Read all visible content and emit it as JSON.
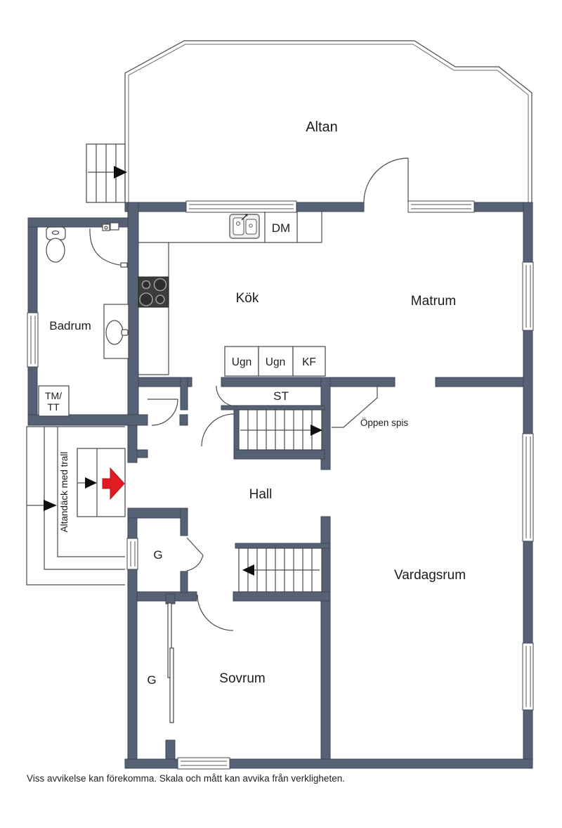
{
  "floorplan": {
    "rooms": {
      "altan": "Altan",
      "kok": "Kök",
      "matrum": "Matrum",
      "badrum": "Badrum",
      "hall": "Hall",
      "vardagsrum": "Vardagsrum",
      "sovrum": "Sovrum"
    },
    "fixtures": {
      "dm": "DM",
      "ugn1": "Ugn",
      "ugn2": "Ugn",
      "kf": "KF",
      "st": "ST",
      "tm_tt_line1": "TM/",
      "tm_tt_line2": "TT",
      "g_hall": "G",
      "g_sovrum": "G"
    },
    "annotations": {
      "oppen_spis": "Öppen spis",
      "altandack": "Altandäck med trall"
    },
    "disclaimer": "Viss avvikelse kan förekomma. Skala och mått kan avvika från verkligheten.",
    "colors": {
      "wall": "#566173",
      "wall_stroke": "#3e4654",
      "line": "#4a4a4a",
      "entrance_arrow": "#e11b22",
      "fixture_dark": "#3c3c3c"
    }
  }
}
